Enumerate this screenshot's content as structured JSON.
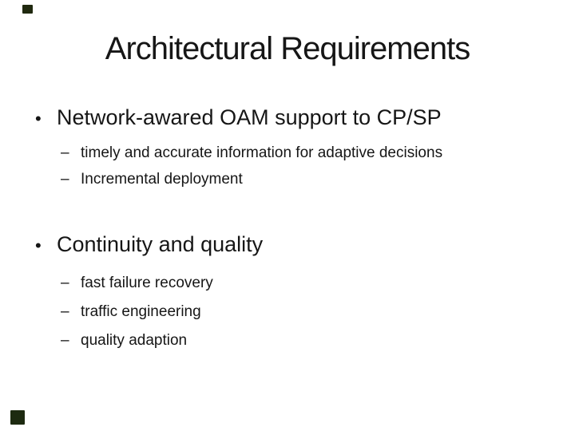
{
  "slide": {
    "background_color": "#ffffff",
    "text_color": "#161616",
    "title": "Architectural Requirements",
    "bullet_char": "•",
    "sub_bullet_char": "–",
    "bullets": [
      {
        "text": "Network-awared OAM support to CP/SP",
        "sub_items": [
          "timely and accurate information for adaptive decisions",
          "Incremental deployment"
        ]
      },
      {
        "text": "Continuity and quality",
        "sub_items": [
          "fast failure recovery",
          "traffic engineering",
          "quality adaption"
        ]
      }
    ],
    "decorations": {
      "top_left_mark_color": "#20290f",
      "bottom_left_mark_color": "#1d2a10"
    }
  }
}
